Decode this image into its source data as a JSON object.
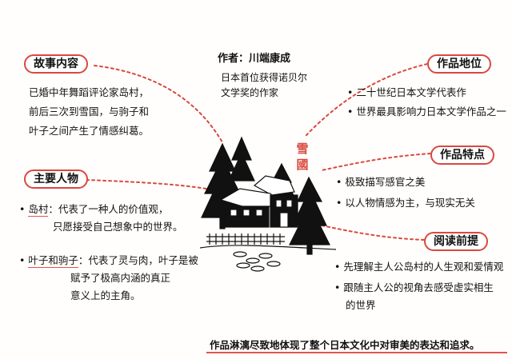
{
  "author": {
    "name": "作者：川端康成",
    "desc": [
      "日本首位获得诺贝尔",
      "文学奖的作家"
    ]
  },
  "title_chars": [
    "雪",
    "國"
  ],
  "story": {
    "label": "故事内容",
    "lines": [
      "已婚中年舞蹈评论家岛村，",
      "前后三次到雪国，与驹子和",
      "叶子之间产生了情感纠葛。"
    ]
  },
  "characters": {
    "label": "主要人物",
    "c1": {
      "name": "岛村",
      "lines": [
        "：代表了一种人的价值观，",
        "只愿接受自己想象中的世界。"
      ]
    },
    "c2": {
      "name": "叶子和驹子",
      "lines": [
        "：代表了灵与肉，叶子是被",
        "赋予了极高内涵的真正",
        "意义上的主角。"
      ]
    }
  },
  "status": {
    "label": "作品地位",
    "items": [
      "二十世纪日本文学代表作",
      "世界最具影响力日本文学作品之一"
    ]
  },
  "features": {
    "label": "作品特点",
    "items": [
      "极致描写感官之美",
      "以人物情感为主，与现实无关"
    ]
  },
  "reading": {
    "label": "阅读前提",
    "items": [
      "先理解主人公岛村的人生观和爱情观",
      "跟随主人公的视角去感受虚实相生",
      "的世界"
    ]
  },
  "bottom": "作品淋漓尽致地体现了整个日本文化中对审美的表达和追求。",
  "colors": {
    "accent": "#d9483f",
    "line": "#d9483f",
    "ink": "#111111"
  }
}
